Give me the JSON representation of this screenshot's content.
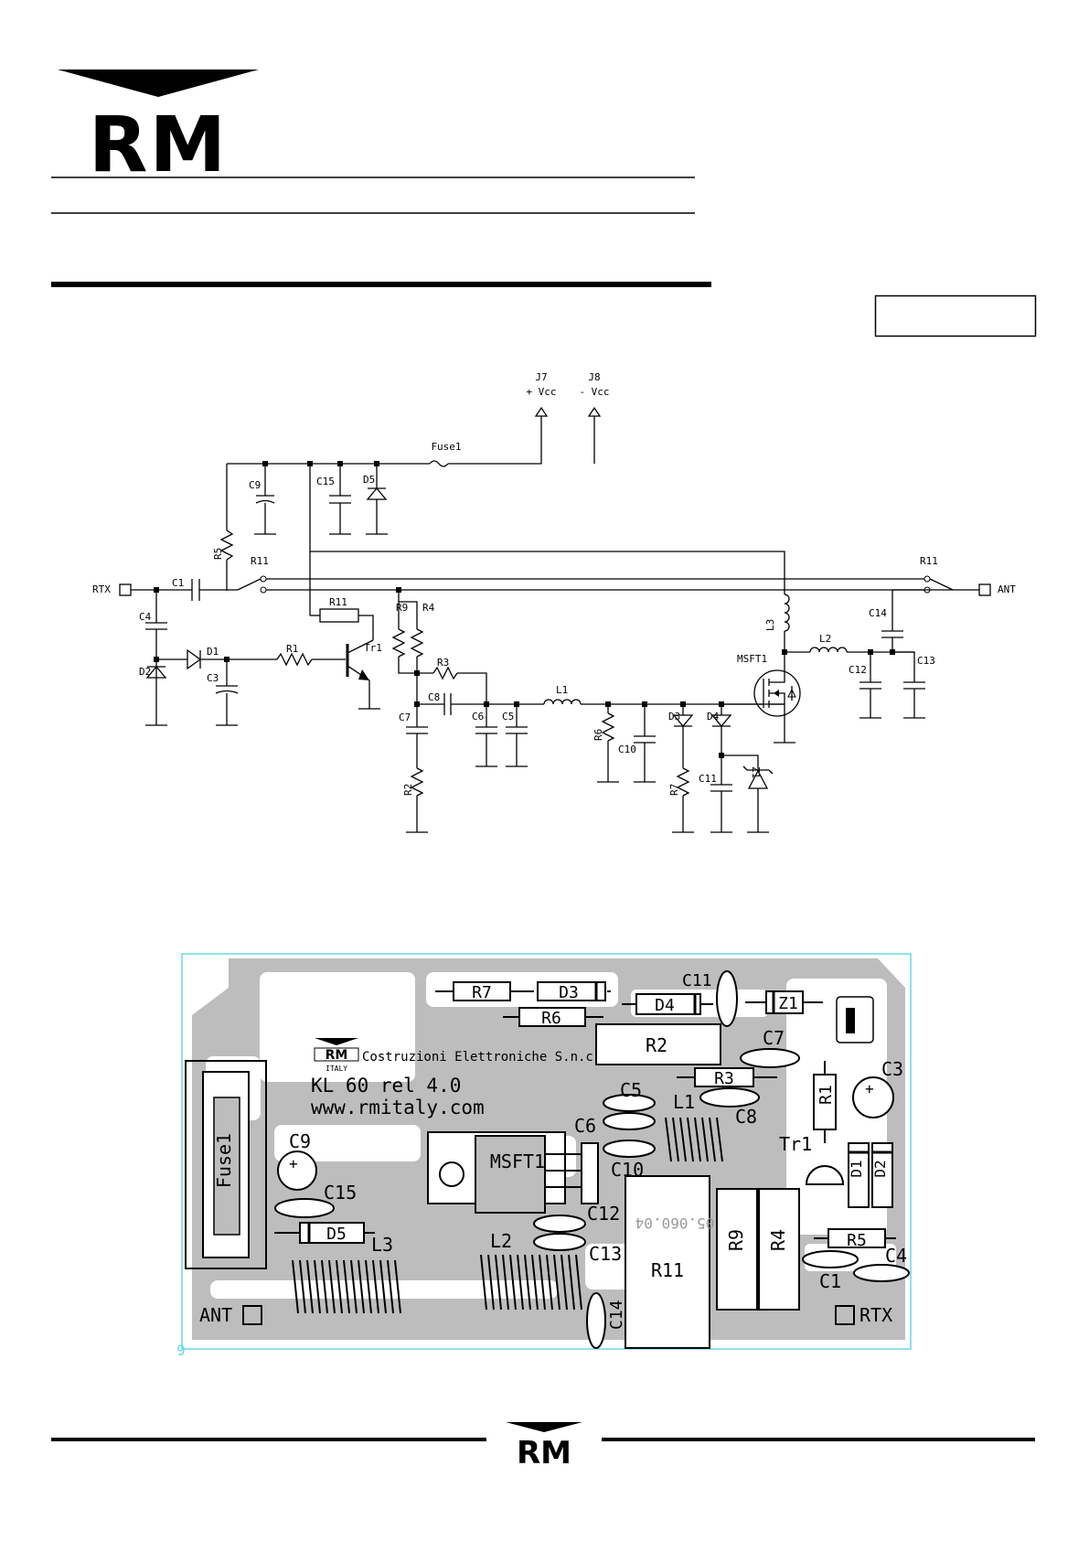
{
  "brand": {
    "logo_text": "RM",
    "footer_logo_text": "RM"
  },
  "header": {
    "box_label": ""
  },
  "schematic": {
    "connectors": {
      "rtx": "RTX",
      "ant": "ANT"
    },
    "supply": {
      "j7": "J7",
      "j7_net": "+ Vcc",
      "j8": "J8",
      "j8_net": "- Vcc",
      "fuse": "Fuse1"
    },
    "labels": {
      "c9": "C9",
      "c15": "C15",
      "d5": "D5",
      "r5": "R5",
      "r11_left": "R11",
      "r11_right": "R11",
      "r11_body": "R11",
      "c1": "C1",
      "c4": "C4",
      "d2": "D2",
      "d1": "D1",
      "c3": "C3",
      "r1": "R1",
      "tr1": "Tr1",
      "r9": "R9",
      "r4": "R4",
      "r3": "R3",
      "c8": "C8",
      "c7": "C7",
      "c6": "C6",
      "c5": "C5",
      "r2": "R2",
      "l1": "L1",
      "r6": "R6",
      "c10": "C10",
      "d3": "D3",
      "d4": "D4",
      "r7": "R7",
      "c11": "C11",
      "z1": "Z1",
      "msft1": "MSFT1",
      "l3": "L3",
      "l2": "L2",
      "c12": "C12",
      "c13": "C13",
      "c14": "C14"
    }
  },
  "pcb": {
    "company": "Costruzioni Elettroniche S.n.c.",
    "logo_sub": "ITALY",
    "model": "KL 60 rel 4.0",
    "url": "www.rmitaly.com",
    "board_code": "05.060.04",
    "pads": {
      "ant": "ANT",
      "rtx": "RTX"
    },
    "parts": {
      "r7": "R7",
      "d3": "D3",
      "c11": "C11",
      "r6": "R6",
      "d4": "D4",
      "z1": "Z1",
      "r2": "R2",
      "c7": "C7",
      "c3": "C3",
      "r3": "R3",
      "c5": "C5",
      "l1": "L1",
      "c8": "C8",
      "r1": "R1",
      "c6": "C6",
      "tr1": "Tr1",
      "c9": "C9",
      "msft1": "MSFT1",
      "c10": "C10",
      "d1": "D1",
      "d2": "D2",
      "fuse1": "Fuse1",
      "c15": "C15",
      "c12": "C12",
      "d5": "D5",
      "l2": "L2",
      "l3": "L3",
      "c13": "C13",
      "r9": "R9",
      "r4": "R4",
      "r5": "R5",
      "c4": "C4",
      "r11": "R11",
      "c1": "C1",
      "c14": "C14"
    },
    "corner_mark": "9"
  },
  "colors": {
    "frame": "#66d9e8",
    "copper": "#bdbdbd",
    "ink": "#000000"
  }
}
